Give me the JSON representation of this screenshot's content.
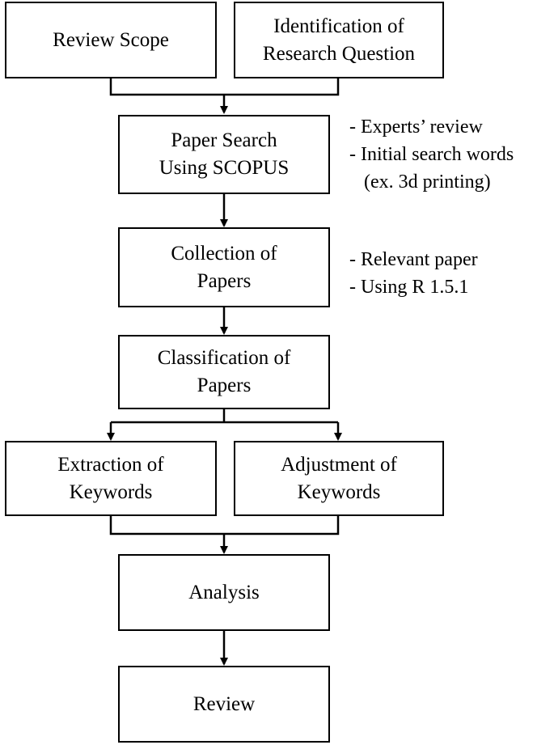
{
  "steps": {
    "review_scope": [
      "Review Scope"
    ],
    "identification": [
      "Identification of",
      "Research Question"
    ],
    "paper_search": [
      "Paper Search",
      "Using SCOPUS"
    ],
    "collection": [
      "Collection of",
      "Papers"
    ],
    "classification": [
      "Classification of",
      "Papers"
    ],
    "extraction": [
      "Extraction of",
      "Keywords"
    ],
    "adjustment": [
      "Adjustment of",
      "Keywords"
    ],
    "analysis": [
      "Analysis"
    ],
    "review": [
      "Review"
    ]
  },
  "notes": {
    "search": [
      "- Experts’ review",
      "- Initial search words",
      "(ex. 3d printing)"
    ],
    "collection": [
      "- Relevant paper",
      "- Using R 1.5.1"
    ]
  },
  "colors": {
    "stroke": "#000000",
    "fill": "#ffffff"
  }
}
